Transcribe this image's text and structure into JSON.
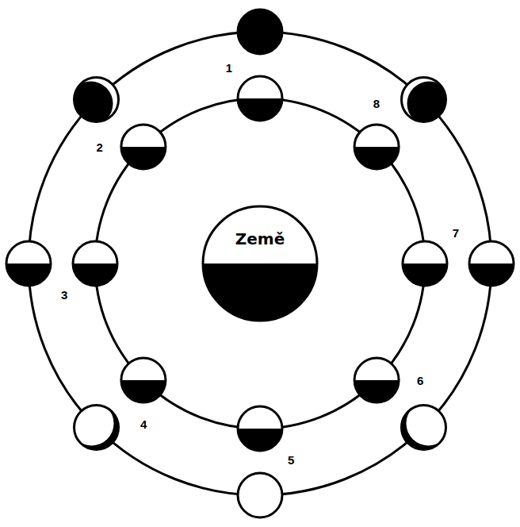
{
  "diagram": {
    "nodes": [
      {
        "text": [
          "Země"
        ]
      }
    ],
    "labels": [
      "1",
      "2",
      "3",
      "4",
      "5",
      "6",
      "7",
      "8"
    ]
  }
}
